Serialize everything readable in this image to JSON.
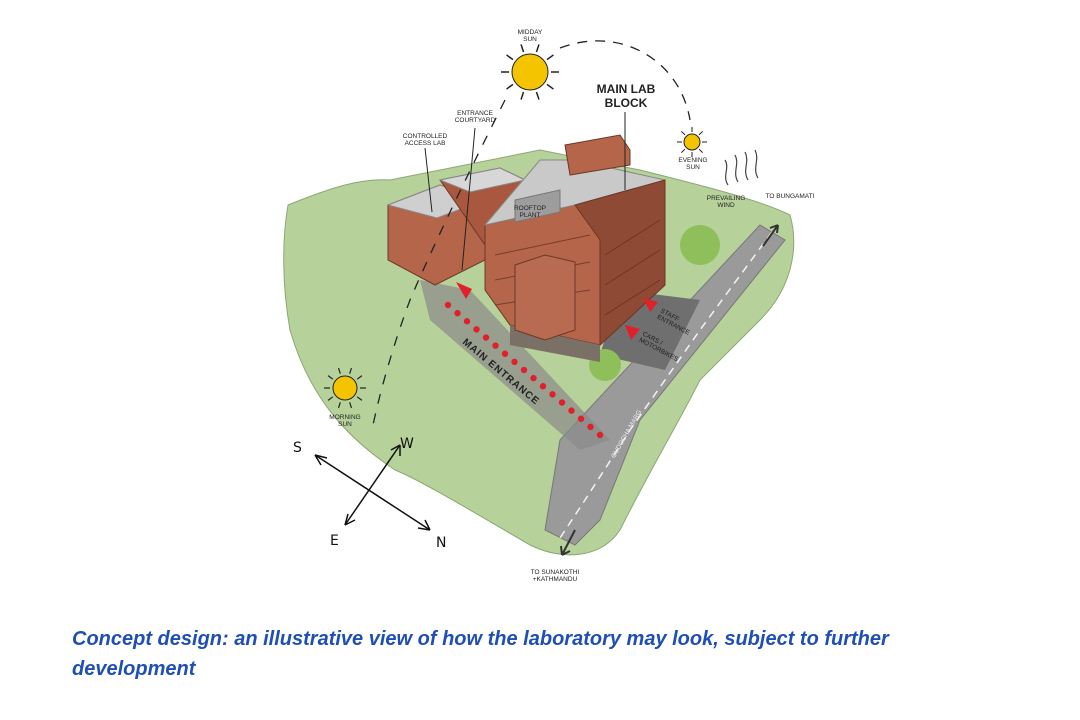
{
  "labels": {
    "midday_sun": [
      "MIDDAY",
      "SUN"
    ],
    "evening_sun": [
      "EVENING",
      "SUN"
    ],
    "morning_sun": [
      "MORNING",
      "SUN"
    ],
    "main_lab_block": [
      "MAIN LAB",
      "BLOCK"
    ],
    "entrance_courtyard": [
      "ENTRANCE",
      "COURTYARD"
    ],
    "controlled_access_lab": [
      "CONTROLLED",
      "ACCESS LAB"
    ],
    "rooftop_plant": [
      "ROOFTOP",
      "PLANT"
    ],
    "prevailing_wind": [
      "PREVAILING",
      "WIND"
    ],
    "to_bungamati": "TO BUNGAMATI",
    "staff_entrance": [
      "STAFF",
      "ENTRANCE"
    ],
    "cars_motorbikes": [
      "CARS /",
      "MOTORBIKES"
    ],
    "main_entrance": "MAIN ENTRANCE",
    "road_name": "GUDOCHA MARG",
    "to_sunakothi": [
      "TO SUNAKOTHI",
      "+KATHMANDU"
    ]
  },
  "compass": {
    "north": "N",
    "south": "S",
    "east": "E",
    "west": "W"
  },
  "caption": "Concept design: an illustrative view of how the laboratory may look, subject to further development",
  "colors": {
    "grass": "#b7d19a",
    "brick": "#b5654a",
    "brick_dark": "#8f4a35",
    "roof": "#c9c9c9",
    "road": "#9a9a9a",
    "sun": "#f5c400",
    "marker": "#e0202a",
    "caption": "#1f4fb5"
  }
}
